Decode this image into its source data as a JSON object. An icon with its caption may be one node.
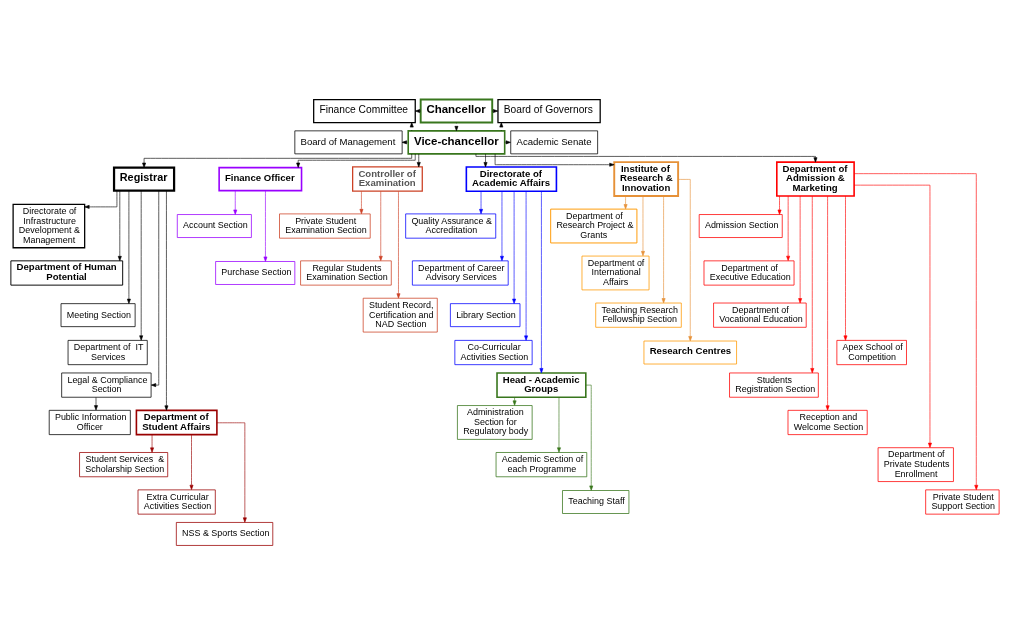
{
  "diagram": {
    "nodes": [
      {
        "text": [
          "Chancellor"
        ]
      },
      {
        "text": [
          "Finance Committee"
        ]
      },
      {
        "text": [
          "Board of Governors"
        ]
      },
      {
        "text": [
          "Vice-chancellor"
        ]
      },
      {
        "text": [
          "Board of Management"
        ]
      },
      {
        "text": [
          "Academic Senate"
        ]
      },
      {
        "text": [
          "Registrar"
        ]
      },
      {
        "text": [
          "Finance Officer"
        ]
      },
      {
        "text": [
          "Controller of Examination"
        ]
      },
      {
        "text": [
          "Directorate of Academic Affairs"
        ]
      },
      {
        "text": [
          "Institute of Research & Innovation"
        ]
      },
      {
        "text": [
          "Directorate of Infrastructure Development & Management"
        ]
      },
      {
        "text": [
          "Account Section"
        ]
      },
      {
        "text": [
          "Private Student Examination Section"
        ]
      },
      {
        "text": [
          "Quality Assurance & Accreditation"
        ]
      },
      {
        "text": [
          "Department of Research Project & Grants"
        ]
      },
      {
        "text": [
          "Department of Human Potential"
        ]
      },
      {
        "text": [
          "Purchase Section"
        ]
      },
      {
        "text": [
          "Regular Students Examination Section"
        ]
      },
      {
        "text": [
          "Department of Career Advisory Services"
        ]
      },
      {
        "text": [
          "Department of International Affairs"
        ]
      },
      {
        "text": [
          "Teaching Research Fellowship Section"
        ]
      },
      {
        "text": [
          "Library Section"
        ]
      },
      {
        "text": [
          "Meeting Section"
        ]
      },
      {
        "text": [
          "Student Record, Certification and NAD Section"
        ]
      },
      {
        "text": [
          "Co-Curricular Activities Section"
        ]
      },
      {
        "text": [
          "Research Centres"
        ]
      },
      {
        "text": [
          "Department of  IT Services"
        ]
      },
      {
        "text": [
          "Legal & Compliance Section"
        ]
      },
      {
        "text": [
          "Department of Admission & Marketing"
        ]
      },
      {
        "text": [
          "Head - Academic Groups"
        ]
      },
      {
        "text": [
          "Department of Student Affairs"
        ]
      },
      {
        "text": [
          "Public Information Officer"
        ]
      },
      {
        "text": [
          "Admission Section"
        ]
      },
      {
        "text": [
          "Department of Executive Education"
        ]
      },
      {
        "text": [
          "Administration Section for Regulatory body"
        ]
      },
      {
        "text": [
          "Student Services  & Scholarship Section"
        ]
      },
      {
        "text": [
          "Department of Vocational Education"
        ]
      },
      {
        "text": [
          "Students Registration Section"
        ]
      },
      {
        "text": [
          "Reception and Welcome Section"
        ]
      },
      {
        "text": [
          "Academic Section of each Programme"
        ]
      },
      {
        "text": [
          "Extra Curricular Activities Section"
        ]
      },
      {
        "text": [
          "NSS & Sports Section"
        ]
      },
      {
        "text": [
          "Apex School of Competition"
        ]
      },
      {
        "text": [
          "Department of Private Students Enrollment"
        ]
      },
      {
        "text": [
          "Private Student Support Section"
        ]
      },
      {
        "text": [
          "Teaching Staff"
        ]
      }
    ],
    "edges": [
      {
        "from": 0,
        "to": 3,
        "arrow": "to",
        "style": "dashed"
      },
      {
        "from": 0,
        "to": 1,
        "arrow": "to",
        "style": "dashed"
      },
      {
        "from": 0,
        "to": 2,
        "arrow": "to",
        "style": "dashed"
      },
      {
        "from": 3,
        "to": 1,
        "arrow": "to",
        "style": "dashed"
      },
      {
        "from": 3,
        "to": 2,
        "arrow": "to",
        "style": "dashed"
      },
      {
        "from": 3,
        "to": 4,
        "arrow": "to",
        "style": "dashed"
      },
      {
        "from": 3,
        "to": 5,
        "arrow": "to",
        "style": "dashed"
      },
      {
        "from": 3,
        "to": 6,
        "arrow": "to"
      },
      {
        "from": 3,
        "to": 7,
        "arrow": "to"
      },
      {
        "from": 3,
        "to": 8,
        "arrow": "to"
      },
      {
        "from": 3,
        "to": 9,
        "arrow": "to"
      },
      {
        "from": 3,
        "to": 10,
        "arrow": "to"
      },
      {
        "from": 3,
        "to": 29,
        "arrow": "to"
      },
      {
        "from": 6,
        "to": 11,
        "arrow": "to"
      },
      {
        "from": 6,
        "to": 16,
        "arrow": "to"
      },
      {
        "from": 6,
        "to": 23,
        "arrow": "to"
      },
      {
        "from": 6,
        "to": 27,
        "arrow": "to"
      },
      {
        "from": 6,
        "to": 28,
        "arrow": "to"
      },
      {
        "from": 6,
        "to": 31,
        "arrow": "to"
      },
      {
        "from": 28,
        "to": 32,
        "arrow": "to"
      },
      {
        "from": 7,
        "to": 12,
        "arrow": "to",
        "color": "#9900ff"
      },
      {
        "from": 7,
        "to": 17,
        "arrow": "to",
        "color": "#9900ff"
      },
      {
        "from": 8,
        "to": 13,
        "arrow": "to",
        "color": "#cc4125"
      },
      {
        "from": 8,
        "to": 18,
        "arrow": "to",
        "color": "#cc4125"
      },
      {
        "from": 8,
        "to": 24,
        "arrow": "to",
        "color": "#cc4125"
      },
      {
        "from": 9,
        "to": 14,
        "arrow": "to",
        "color": "#0000ff"
      },
      {
        "from": 9,
        "to": 19,
        "arrow": "to",
        "color": "#0000ff"
      },
      {
        "from": 9,
        "to": 22,
        "arrow": "to",
        "color": "#0000ff"
      },
      {
        "from": 9,
        "to": 25,
        "arrow": "to",
        "color": "#0000ff"
      },
      {
        "from": 9,
        "to": 30,
        "arrow": "to",
        "color": "#0000ff"
      },
      {
        "from": 10,
        "to": 15,
        "arrow": "to",
        "color": "#e69138"
      },
      {
        "from": 10,
        "to": 20,
        "arrow": "to",
        "color": "#e69138"
      },
      {
        "from": 10,
        "to": 21,
        "arrow": "to",
        "color": "#e69138"
      },
      {
        "from": 10,
        "to": 26,
        "arrow": "to",
        "color": "#e69138"
      },
      {
        "from": 29,
        "to": 33,
        "arrow": "to",
        "color": "#ff0000"
      },
      {
        "from": 29,
        "to": 34,
        "arrow": "to",
        "color": "#ff0000"
      },
      {
        "from": 29,
        "to": 37,
        "arrow": "to",
        "color": "#ff0000"
      },
      {
        "from": 29,
        "to": 43,
        "arrow": "to",
        "color": "#ff0000"
      },
      {
        "from": 29,
        "to": 38,
        "arrow": "to",
        "color": "#ff0000"
      },
      {
        "from": 29,
        "to": 39,
        "arrow": "to",
        "color": "#ff0000"
      },
      {
        "from": 29,
        "to": 44,
        "arrow": "to",
        "color": "#ff0000"
      },
      {
        "from": 29,
        "to": 45,
        "arrow": "to",
        "color": "#ff0000"
      },
      {
        "from": 30,
        "to": 35,
        "arrow": "to",
        "color": "#38761d"
      },
      {
        "from": 30,
        "to": 40,
        "arrow": "to",
        "color": "#38761d"
      },
      {
        "from": 30,
        "to": 46,
        "arrow": "to",
        "color": "#38761d"
      },
      {
        "from": 31,
        "to": 36,
        "arrow": "to",
        "color": "#990000"
      },
      {
        "from": 31,
        "to": 41,
        "arrow": "to",
        "color": "#990000"
      },
      {
        "from": 31,
        "to": 42,
        "arrow": "to",
        "color": "#990000"
      }
    ]
  }
}
